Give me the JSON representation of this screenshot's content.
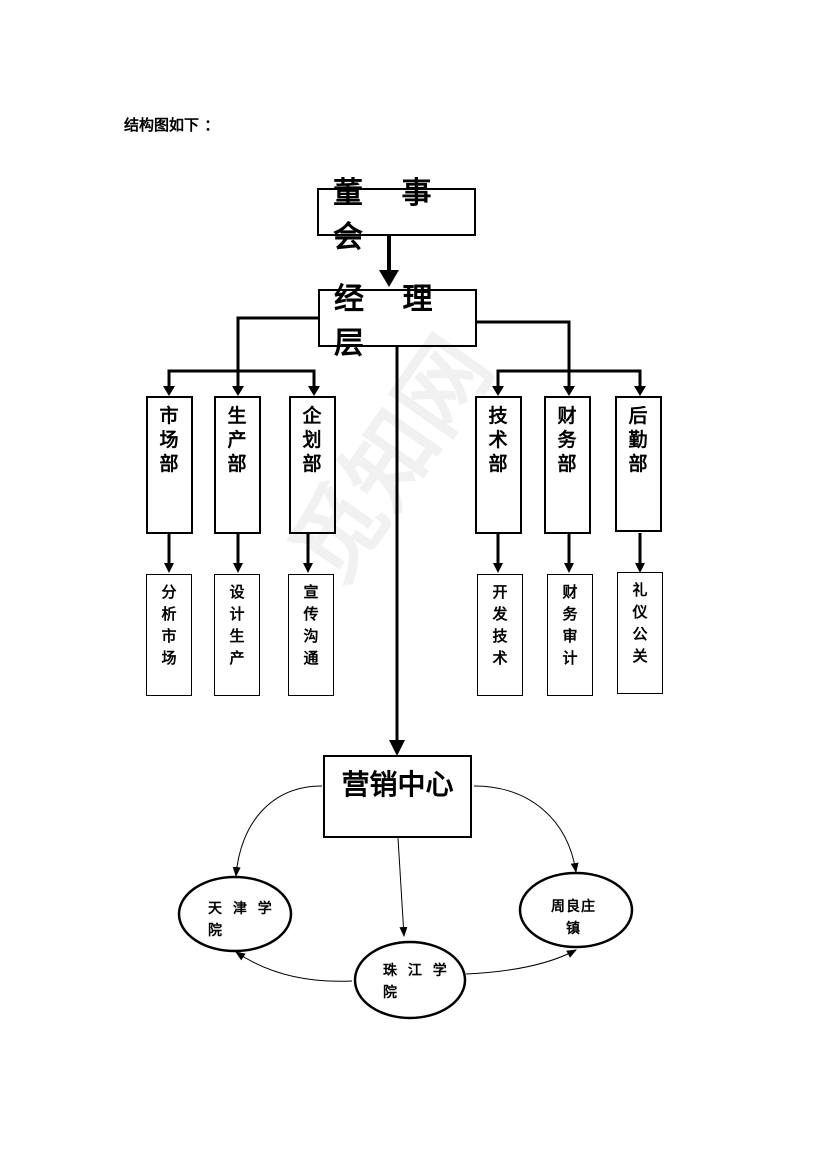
{
  "caption": "结构图如下 ：",
  "board": "董 事 会",
  "management": "经 理 层",
  "departments": [
    {
      "name": "市场部",
      "sub": "分析市场"
    },
    {
      "name": "生产部",
      "sub": "设计生产"
    },
    {
      "name": "企划部",
      "sub": "宣传沟通"
    },
    {
      "name": "技术部",
      "sub": "开发技术"
    },
    {
      "name": "财务部",
      "sub": "财务审计"
    },
    {
      "name": "后勤部",
      "sub": "礼仪公关"
    }
  ],
  "marketing_center": "营销中心",
  "locations": [
    {
      "name": "天 津 学",
      "line2": "院"
    },
    {
      "name": "珠 江 学",
      "line2": "院"
    },
    {
      "name": "周良庄",
      "line2": "镇"
    }
  ],
  "watermark": "觅知网"
}
